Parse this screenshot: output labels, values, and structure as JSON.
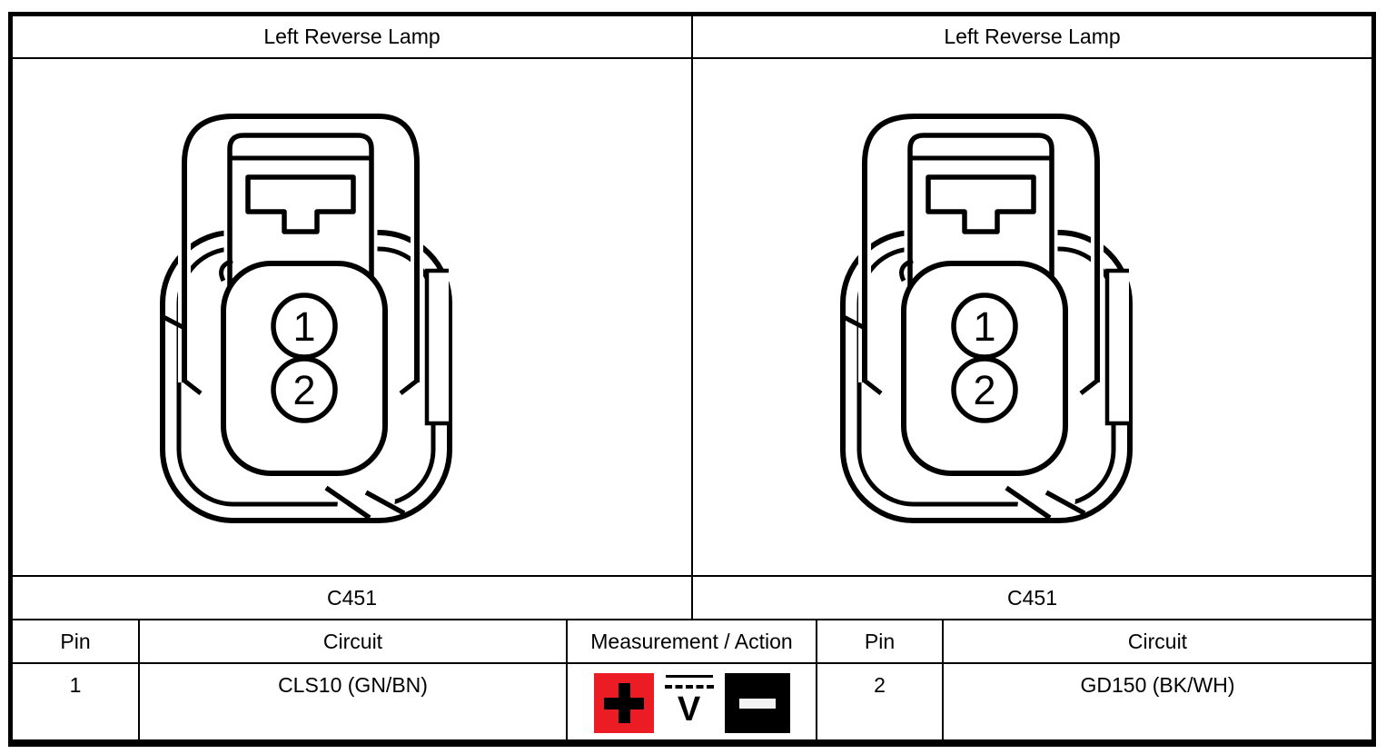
{
  "panels": {
    "left": {
      "title": "Left Reverse Lamp",
      "connector_label": "C451",
      "pin_header": "Pin",
      "circuit_header": "Circuit",
      "row": {
        "pin": "1",
        "circuit": "CLS10 (GN/BN)"
      }
    },
    "right": {
      "title": "Left Reverse Lamp",
      "connector_label": "C451",
      "pin_header": "Pin",
      "circuit_header": "Circuit",
      "row": {
        "pin": "2",
        "circuit": "GD150 (BK/WH)"
      }
    },
    "measurement": {
      "header": "Measurement / Action",
      "positive_symbol": "+",
      "dc_voltage_symbol": "V",
      "negative_symbol": "−"
    }
  },
  "connector": {
    "pin_1": "1",
    "pin_2": "2"
  },
  "colors": {
    "positive_red": "#ec1c24",
    "negative_black": "#000000",
    "minus_bar": "#f2f2f2",
    "line_black": "#000000"
  }
}
